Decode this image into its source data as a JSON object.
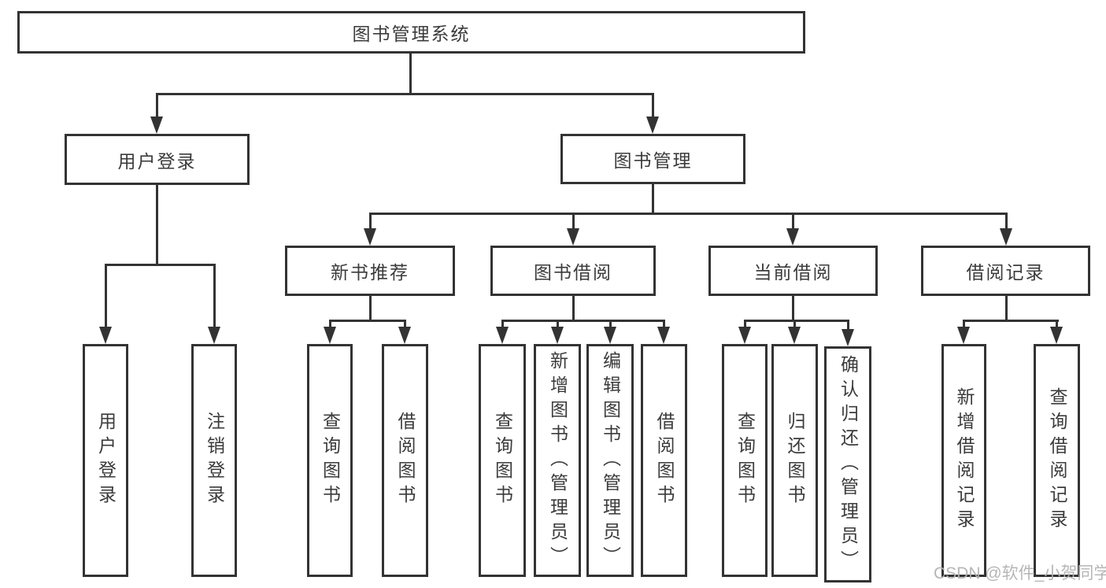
{
  "diagram_type": "hierarchy-tree",
  "colors": {
    "line": "#333333",
    "text": "#3b3b3b",
    "box_background": "#ffffff",
    "page_background": "#ffffff",
    "watermark": "#b2b2b2"
  },
  "root": {
    "label": "图书管理系统",
    "children": [
      {
        "label": "用户登录",
        "children": [
          {
            "label": "用户登录"
          },
          {
            "label": "注销登录"
          }
        ]
      },
      {
        "label": "图书管理",
        "children": [
          {
            "label": "新书推荐",
            "children": [
              {
                "label": "查询图书"
              },
              {
                "label": "借阅图书"
              }
            ]
          },
          {
            "label": "图书借阅",
            "children": [
              {
                "label": "查询图书"
              },
              {
                "label": "新增图书（管理员）"
              },
              {
                "label": "编辑图书（管理员）"
              },
              {
                "label": "借阅图书"
              }
            ]
          },
          {
            "label": "当前借阅",
            "children": [
              {
                "label": "查询图书"
              },
              {
                "label": "归还图书"
              },
              {
                "label": "确认归还（管理员）"
              }
            ]
          },
          {
            "label": "借阅记录",
            "children": [
              {
                "label": "新增借阅记录"
              },
              {
                "label": "查询借阅记录"
              }
            ]
          }
        ]
      }
    ]
  },
  "watermark": "CSDN @软件_小贺同学"
}
